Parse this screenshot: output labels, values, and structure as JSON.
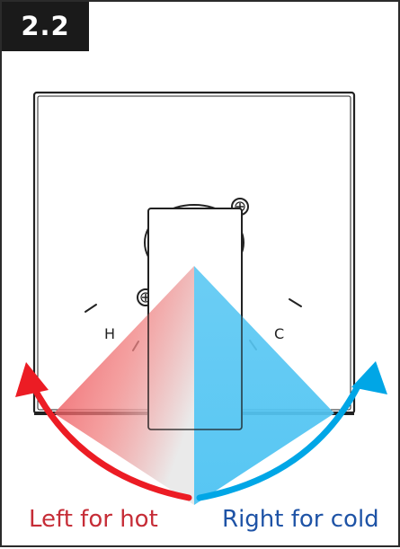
{
  "step": {
    "number": "2.2"
  },
  "valve": {
    "hot_marker": "H",
    "cold_marker": "C"
  },
  "captions": {
    "hot": "Left for hot",
    "cold": "Right for cold"
  },
  "colors": {
    "hot": "#ee3a44",
    "hot_arrow": "#ec1c24",
    "cold": "#5bc8f3",
    "cold_arrow": "#00a6e6",
    "hot_caption": "#c62d37",
    "cold_caption": "#1e53a6"
  }
}
